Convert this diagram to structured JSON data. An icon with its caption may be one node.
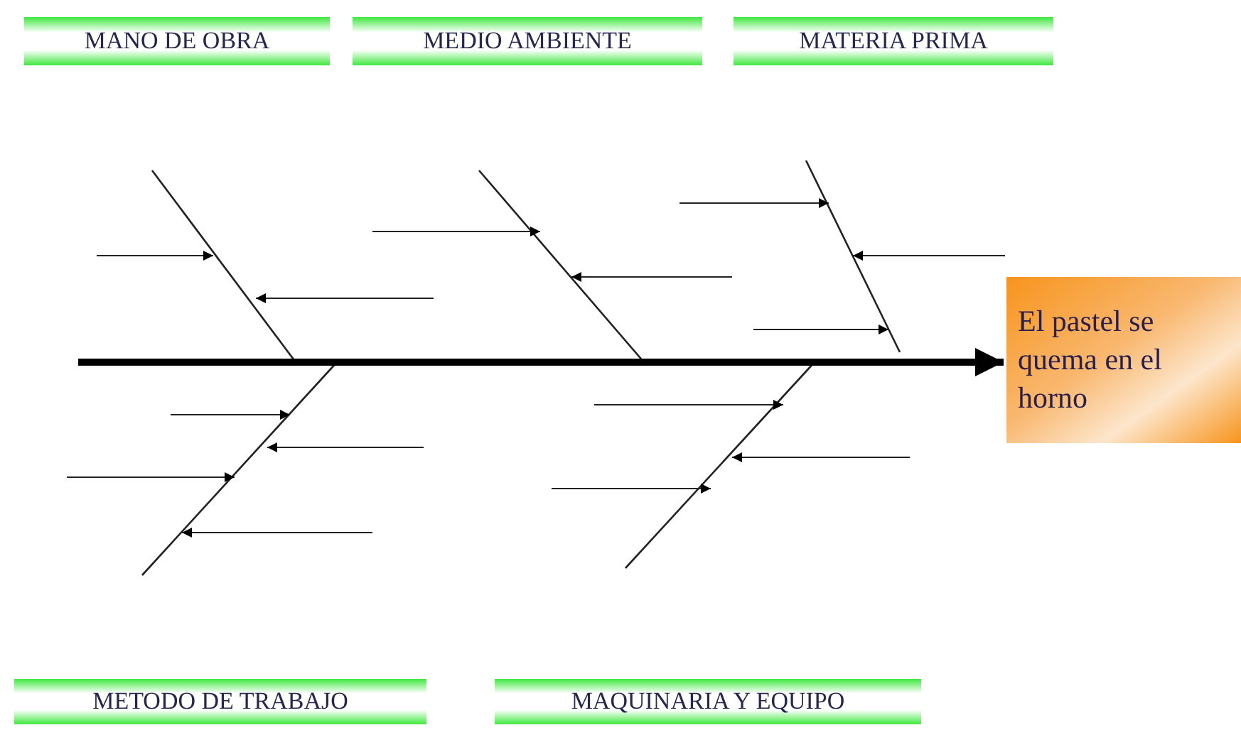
{
  "diagram": {
    "nodes": [
      {
        "text": [
          "MANO DE OBRA"
        ]
      },
      {
        "text": [
          "MEDIO AMBIENTE"
        ]
      },
      {
        "text": [
          "MATERIA PRIMA"
        ]
      },
      {
        "text": [
          "METODO DE TRABAJO"
        ]
      },
      {
        "text": [
          "MAQUINARIA Y EQUIPO"
        ]
      },
      {
        "text": [
          "El pastel se quema en el horno"
        ]
      }
    ],
    "edges": [
      {
        "from": null,
        "to": 5,
        "arrow": "to"
      }
    ]
  }
}
